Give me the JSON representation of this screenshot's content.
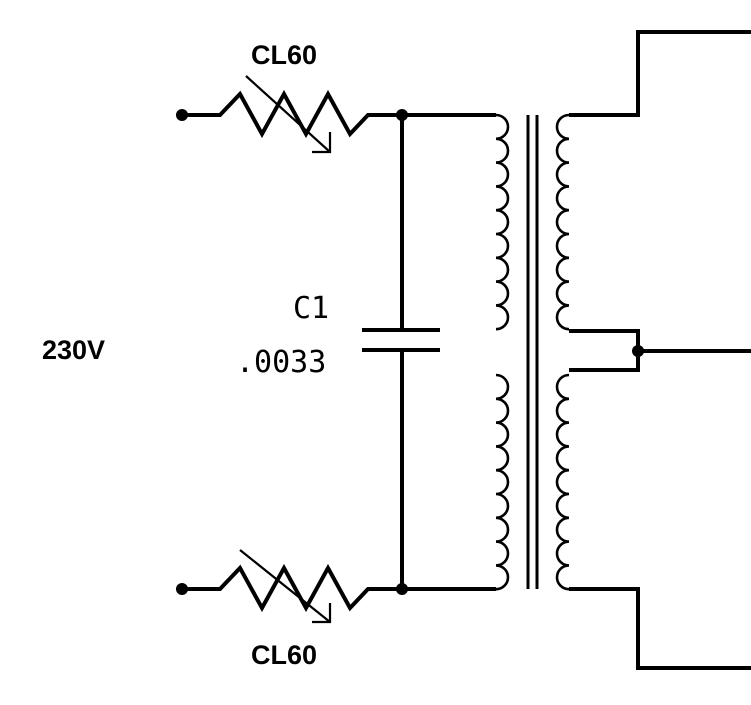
{
  "diagram": {
    "labels": {
      "thermistor_top": "CL60",
      "thermistor_bottom": "CL60",
      "input_voltage": "230V",
      "capacitor_name": "C1",
      "capacitor_value": ".0033"
    }
  }
}
